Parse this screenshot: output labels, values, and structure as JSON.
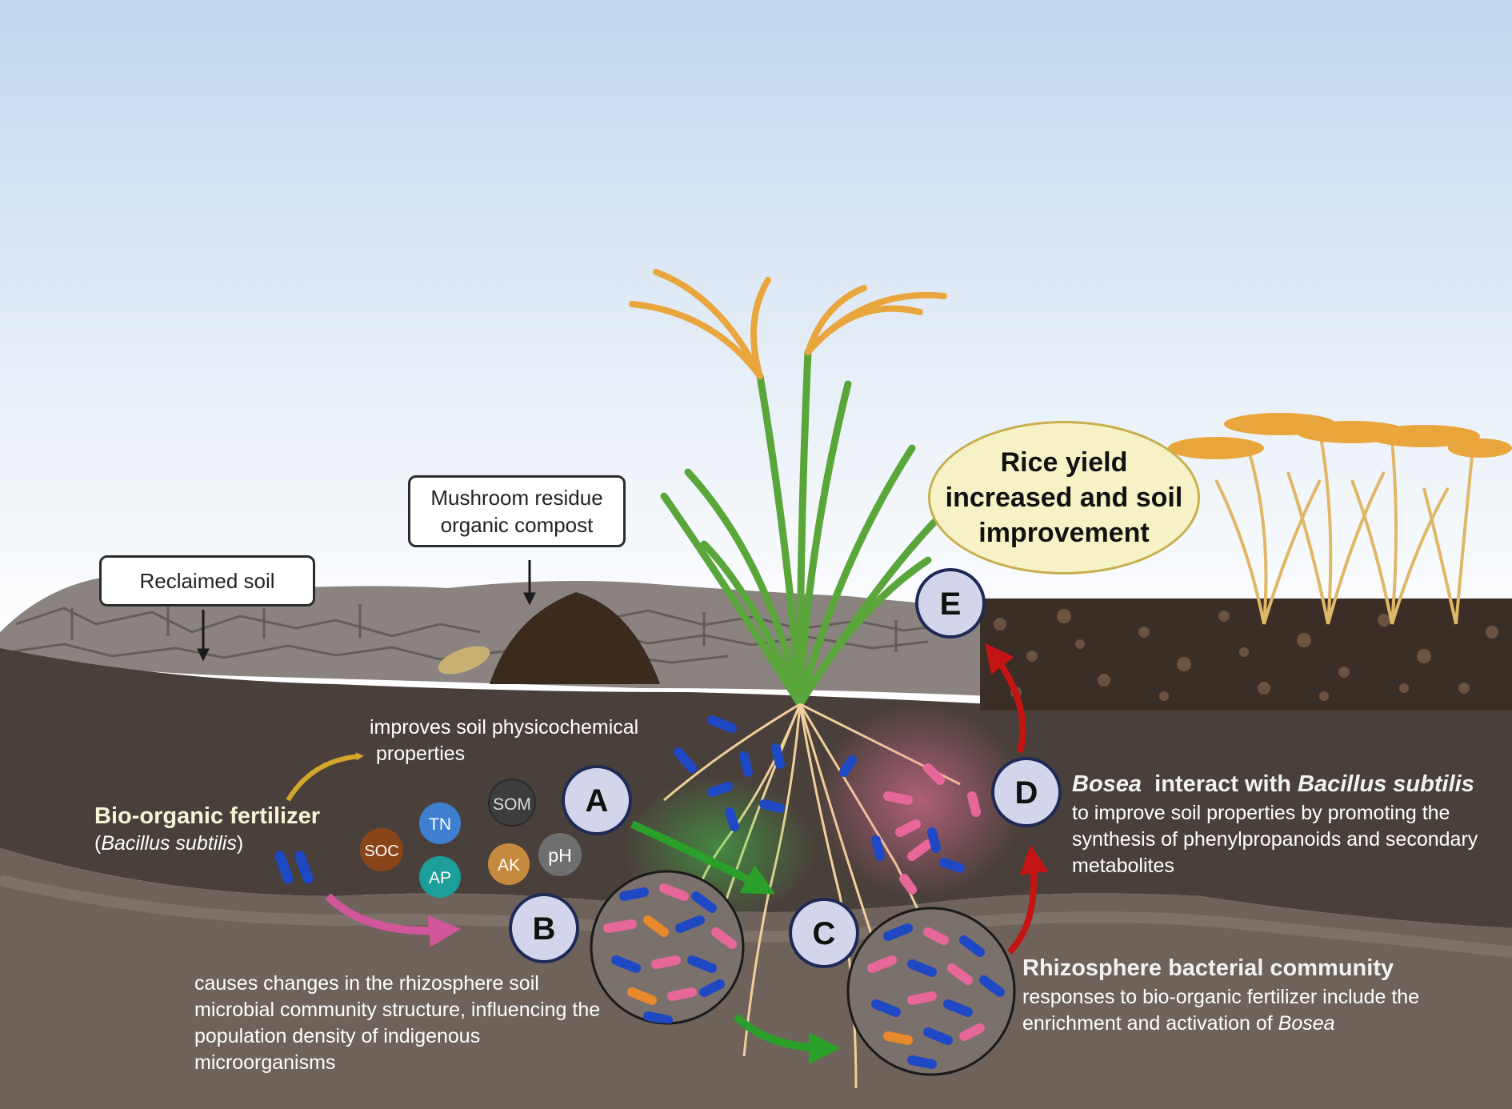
{
  "labels": {
    "reclaimed_soil": "Reclaimed soil",
    "mushroom_line1": "Mushroom residue",
    "mushroom_line2": "organic compost",
    "yield_line1": "Rice yield",
    "yield_line2": "increased  and soil",
    "yield_line3": "improvement",
    "improves_line1": "improves soil physicochemical",
    "improves_line2": "properties",
    "fertilizer_title": "Bio-organic fertilizer",
    "fertilizer_paren_open": "(",
    "fertilizer_species": "Bacillus subtilis",
    "fertilizer_paren_close": ")",
    "causes_text": "causes changes in the rhizosphere soil microbial community structure, influencing the population density of indigenous microorganisms",
    "rhizo_title": "Rhizosphere bacterial community",
    "rhizo_text": "responses to bio-organic fertilizer include the enrichment and activation of ",
    "rhizo_genus": "Bosea",
    "bosea_genus": "Bosea",
    "bosea_interact": "  interact with ",
    "bosea_species": "Bacillus subtilis",
    "bosea_text": "to improve soil properties by promoting the synthesis of phenylpropanoids and secondary metabolites"
  },
  "badges": [
    {
      "id": "A",
      "label": "A"
    },
    {
      "id": "B",
      "label": "B"
    },
    {
      "id": "C",
      "label": "C"
    },
    {
      "id": "D",
      "label": "D"
    },
    {
      "id": "E",
      "label": "E"
    }
  ],
  "nutrients": [
    {
      "id": "som",
      "label": "SOM",
      "color": "#3d3d40"
    },
    {
      "id": "tn",
      "label": "TN",
      "color": "#3f7fd0"
    },
    {
      "id": "soc",
      "label": "SOC",
      "color": "#8a4419"
    },
    {
      "id": "ap",
      "label": "AP",
      "color": "#1c9e9a"
    },
    {
      "id": "ak",
      "label": "AK",
      "color": "#c68a3f"
    },
    {
      "id": "ph",
      "label": "pH",
      "color": "#6f6f6f"
    }
  ],
  "colors": {
    "sky_top": "#c3d7ef",
    "topsoil": "#4a403b",
    "subsoil": "#6e625b",
    "rice_grain": "#e9a63c",
    "leaf_green": "#5aa63a",
    "arrow_yellow": "#d4a62a",
    "arrow_pink": "#d2569b",
    "arrow_green": "#2aa02a",
    "arrow_red": "#c41414",
    "bacteria_blue": "#1f48c4",
    "bacteria_pink": "#e8679a",
    "bacteria_orange": "#e8892c"
  }
}
